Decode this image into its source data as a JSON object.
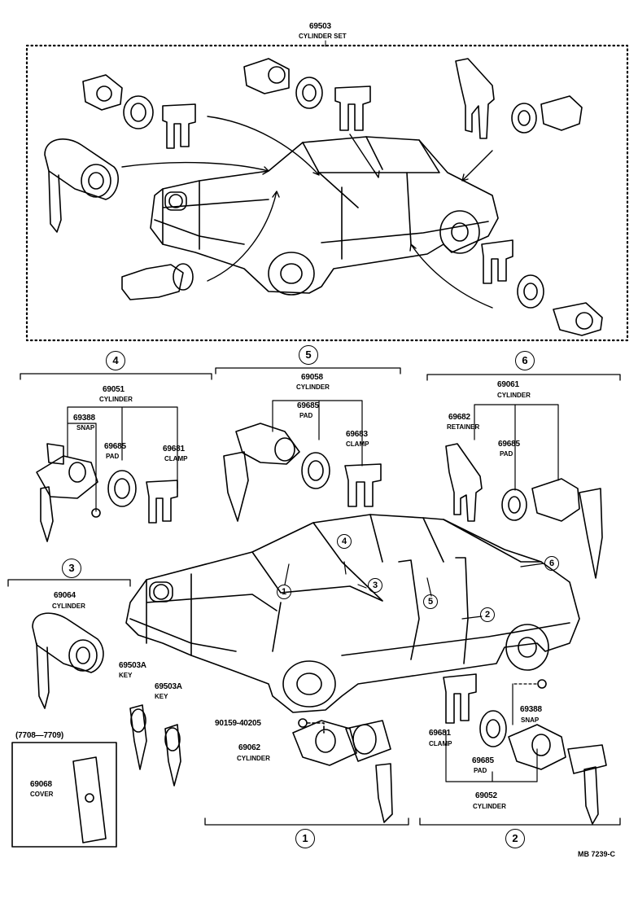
{
  "top": {
    "part_no": "69503",
    "name": "CYLINDER SET"
  },
  "groups": {
    "g4": {
      "badge": "4"
    },
    "g5": {
      "badge": "5"
    },
    "g6": {
      "badge": "6"
    },
    "g3": {
      "badge": "3"
    },
    "g1": {
      "badge": "1"
    },
    "g2": {
      "badge": "2"
    }
  },
  "car_callouts": [
    "1",
    "2",
    "3",
    "4",
    "5",
    "6"
  ],
  "parts": {
    "p69051": {
      "no": "69051",
      "name": "CYLINDER"
    },
    "p69388a": {
      "no": "69388",
      "name": "SNAP"
    },
    "p69685a": {
      "no": "69685",
      "name": "PAD"
    },
    "p69681a": {
      "no": "69681",
      "name": "CLAMP"
    },
    "p69058": {
      "no": "69058",
      "name": "CYLINDER"
    },
    "p69685b": {
      "no": "69685",
      "name": "PAD"
    },
    "p69683": {
      "no": "69683",
      "name": "CLAMP"
    },
    "p69061": {
      "no": "69061",
      "name": "CYLINDER"
    },
    "p69682": {
      "no": "69682",
      "name": "RETAINER"
    },
    "p69685c": {
      "no": "69685",
      "name": "PAD"
    },
    "p69064": {
      "no": "69064",
      "name": "CYLINDER"
    },
    "p69503a1": {
      "no": "69503A",
      "name": "KEY"
    },
    "p69503a2": {
      "no": "69503A",
      "name": "KEY"
    },
    "p90159": {
      "no": "90159-40205"
    },
    "p69062": {
      "no": "69062",
      "name": "CYLINDER"
    },
    "p69681b": {
      "no": "69681",
      "name": "CLAMP"
    },
    "p69388b": {
      "no": "69388",
      "name": "SNAP"
    },
    "p69685d": {
      "no": "69685",
      "name": "PAD"
    },
    "p69052": {
      "no": "69052",
      "name": "CYLINDER"
    },
    "p69068": {
      "no": "69068",
      "name": "COVER"
    }
  },
  "inset_range": "(7708—7709)",
  "ref_code": "MB 7239-C"
}
